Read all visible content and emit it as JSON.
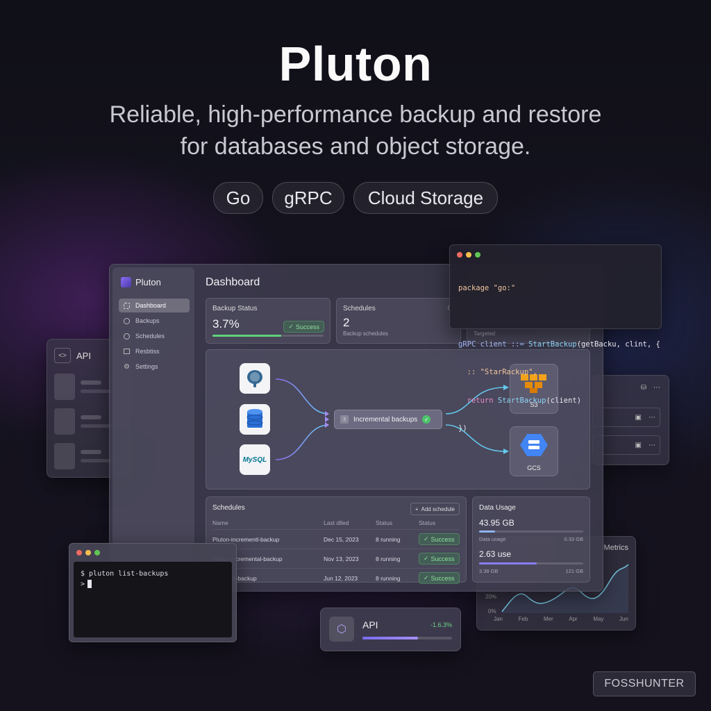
{
  "hero": {
    "title": "Pluton",
    "subtitle_line1": "Reliable, high-performance backup and restore",
    "subtitle_line2": "for databases and object storage.",
    "tags": [
      "Go",
      "gRPC",
      "Cloud Storage"
    ]
  },
  "app": {
    "brand": "Pluton",
    "page_title": "Dashboard",
    "nav": [
      {
        "label": "Dashboard",
        "icon": "grid-icon",
        "active": true
      },
      {
        "label": "Backups",
        "icon": "clock-icon",
        "active": false
      },
      {
        "label": "Schedules",
        "icon": "clock-icon",
        "active": false
      },
      {
        "label": "Resbtiss",
        "icon": "list-icon",
        "active": false
      },
      {
        "label": "Settings",
        "icon": "gear-icon",
        "active": false
      }
    ],
    "stats": {
      "backup_status": {
        "title": "Backup Status",
        "value": "3.7%",
        "badge": "Success",
        "progress": 0.62
      },
      "schedules": {
        "title": "Schedules",
        "value": "2",
        "caption": "Backup schedules"
      },
      "targeted": {
        "caption": "Targeted"
      }
    },
    "pipeline": {
      "sources": [
        "postgresql-icon",
        "database-icon",
        "mysql-icon"
      ],
      "mysql_label": "MySQL",
      "step_number": "3",
      "step_label": "Incremental backups",
      "destinations": [
        {
          "label": "S3",
          "icon": "aws-s3-icon"
        },
        {
          "label": "GCS",
          "icon": "gcs-icon"
        }
      ]
    },
    "schedules_table": {
      "title": "Schedules",
      "add_button": "Add schedule",
      "columns": [
        "Name",
        "Last dlled",
        "Status",
        "Status"
      ],
      "rows": [
        {
          "name": "Pluton-incrementl-backup",
          "last": "Dec 15, 2023",
          "state": "8 running",
          "status": "Success"
        },
        {
          "name": "Pluton-ificremental-backup",
          "last": "Nov 13, 2023",
          "state": "8 running",
          "status": "Success"
        },
        {
          "name": "Pluton-ol-backup",
          "last": "Jun 12, 2023",
          "state": "8 running",
          "status": "Success"
        }
      ]
    },
    "data_usage": {
      "title": "Data Usage",
      "primary_value": "43.95 GB",
      "primary_fraction": 0.15,
      "primary_left": "Data usage",
      "primary_right": "0.33 GB",
      "secondary_value": "2.63 use",
      "secondary_fraction": 0.55,
      "secondary_left": "3.38 GB",
      "secondary_right": "121 GB"
    }
  },
  "code_window": {
    "line1": "package \"go:\"",
    "line2a": "gRPC client ::= ",
    "line2b": "StartBackup",
    "line2c": "(getBacku, clint, {",
    "line3": "  :: \"StarRackup\",",
    "line4a": "  return ",
    "line4b": "StartBackup",
    "line4c": "(client)",
    "line5": "})"
  },
  "api_panel": {
    "title": "API"
  },
  "terminal": {
    "command": "$ pluton list-backups",
    "prompt": ">"
  },
  "api_card": {
    "title": "API",
    "change": "-1.6.3%",
    "progress": 0.62
  },
  "metrics": {
    "title": "Metrics",
    "y_labels": [
      "20%",
      "0%"
    ],
    "x_labels": [
      "Jan",
      "Feb",
      "Mer",
      "Apr",
      "May",
      "Jun"
    ]
  },
  "watermark": "FOSSHUNTER",
  "colors": {
    "accent_purple": "#8b7cf6",
    "success_green": "#5fd37a",
    "flow_cyan": "#63c8ee",
    "flow_purple": "#8e6cf0"
  }
}
